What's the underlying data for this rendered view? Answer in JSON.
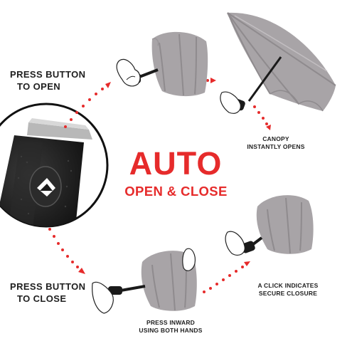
{
  "headline": {
    "title": "AUTO",
    "subtitle": "OPEN & CLOSE"
  },
  "steps": {
    "press_open": [
      "PRESS BUTTON",
      "TO OPEN"
    ],
    "canopy_opens": [
      "CANOPY",
      "INSTANTLY OPENS"
    ],
    "press_close": [
      "PRESS BUTTON",
      "TO CLOSE"
    ],
    "press_inward": [
      "PRESS INWARD",
      "USING BOTH HANDS"
    ],
    "click_indicates": [
      "A CLICK INDICATES",
      "SECURE CLOSURE"
    ]
  },
  "colors": {
    "accent": "#e62b2b",
    "canopy": "#a8a4a7",
    "canopy_dark": "#8f8b8e",
    "handle": "#1a1a1a",
    "text": "#1f1f1f"
  },
  "icons": [
    "umbrella-closed",
    "umbrella-open",
    "hand",
    "handle-closeup",
    "arrow"
  ]
}
